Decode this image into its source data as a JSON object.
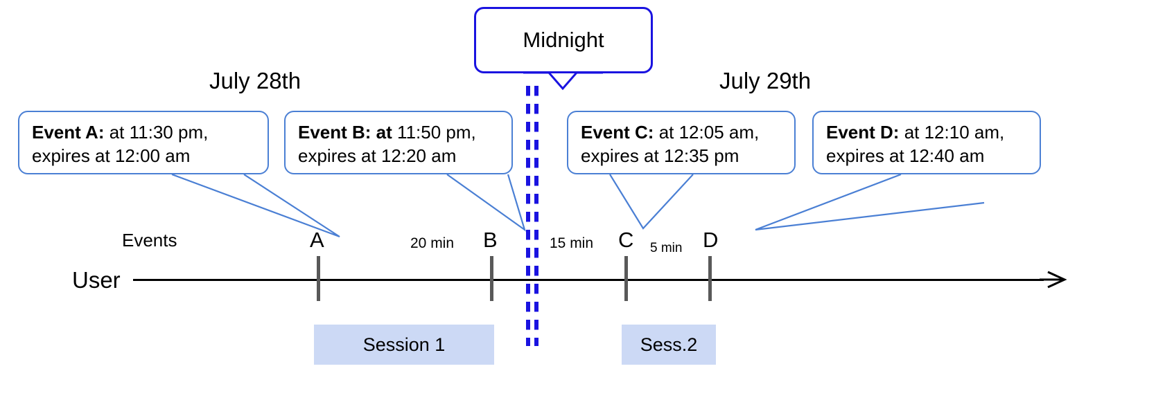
{
  "diagram": {
    "title_callout": {
      "label": "Midnight"
    },
    "date_labels": [
      {
        "name": "july-28",
        "text": "July 28th"
      },
      {
        "name": "july-29",
        "text": "July 29th"
      }
    ],
    "row_labels": [
      {
        "name": "events-row-label",
        "text": "Events"
      },
      {
        "name": "user-row-label",
        "text": "User"
      }
    ],
    "callouts": [
      {
        "id": "event-a",
        "lead": "Event A:",
        "rest": " at 11:30 pm,",
        "line2": "expires at 12:00 am"
      },
      {
        "id": "event-b",
        "lead": "Event B: at",
        "rest": " 11:50 pm,",
        "line2": "expires at 12:20 am"
      },
      {
        "id": "event-c",
        "lead": "Event C:",
        "rest": " at 12:05 am,",
        "line2": "expires at 12:35 pm"
      },
      {
        "id": "event-d",
        "lead": "Event D:",
        "rest": "  at 12:10 am,",
        "line2": "expires at 12:40 am"
      }
    ],
    "event_markers": [
      {
        "id": "marker-a",
        "label": "A"
      },
      {
        "id": "marker-b",
        "label": "B"
      },
      {
        "id": "marker-c",
        "label": "C"
      },
      {
        "id": "marker-d",
        "label": "D"
      }
    ],
    "gap_labels": [
      {
        "id": "gap-ab",
        "text": "20 min"
      },
      {
        "id": "gap-bc",
        "text": "15 min"
      },
      {
        "id": "gap-cd",
        "text": "5 min"
      }
    ],
    "sessions": [
      {
        "id": "session-1",
        "text": "Session 1"
      },
      {
        "id": "session-2",
        "text": "Sess.2"
      }
    ],
    "colors": {
      "callout_border": "#4a7fd4",
      "midnight_border": "#1a13e0",
      "midnight_dash": "#1a13e0",
      "session_fill": "#ccd9f5",
      "axis": "#000000",
      "tick": "#595959"
    }
  }
}
